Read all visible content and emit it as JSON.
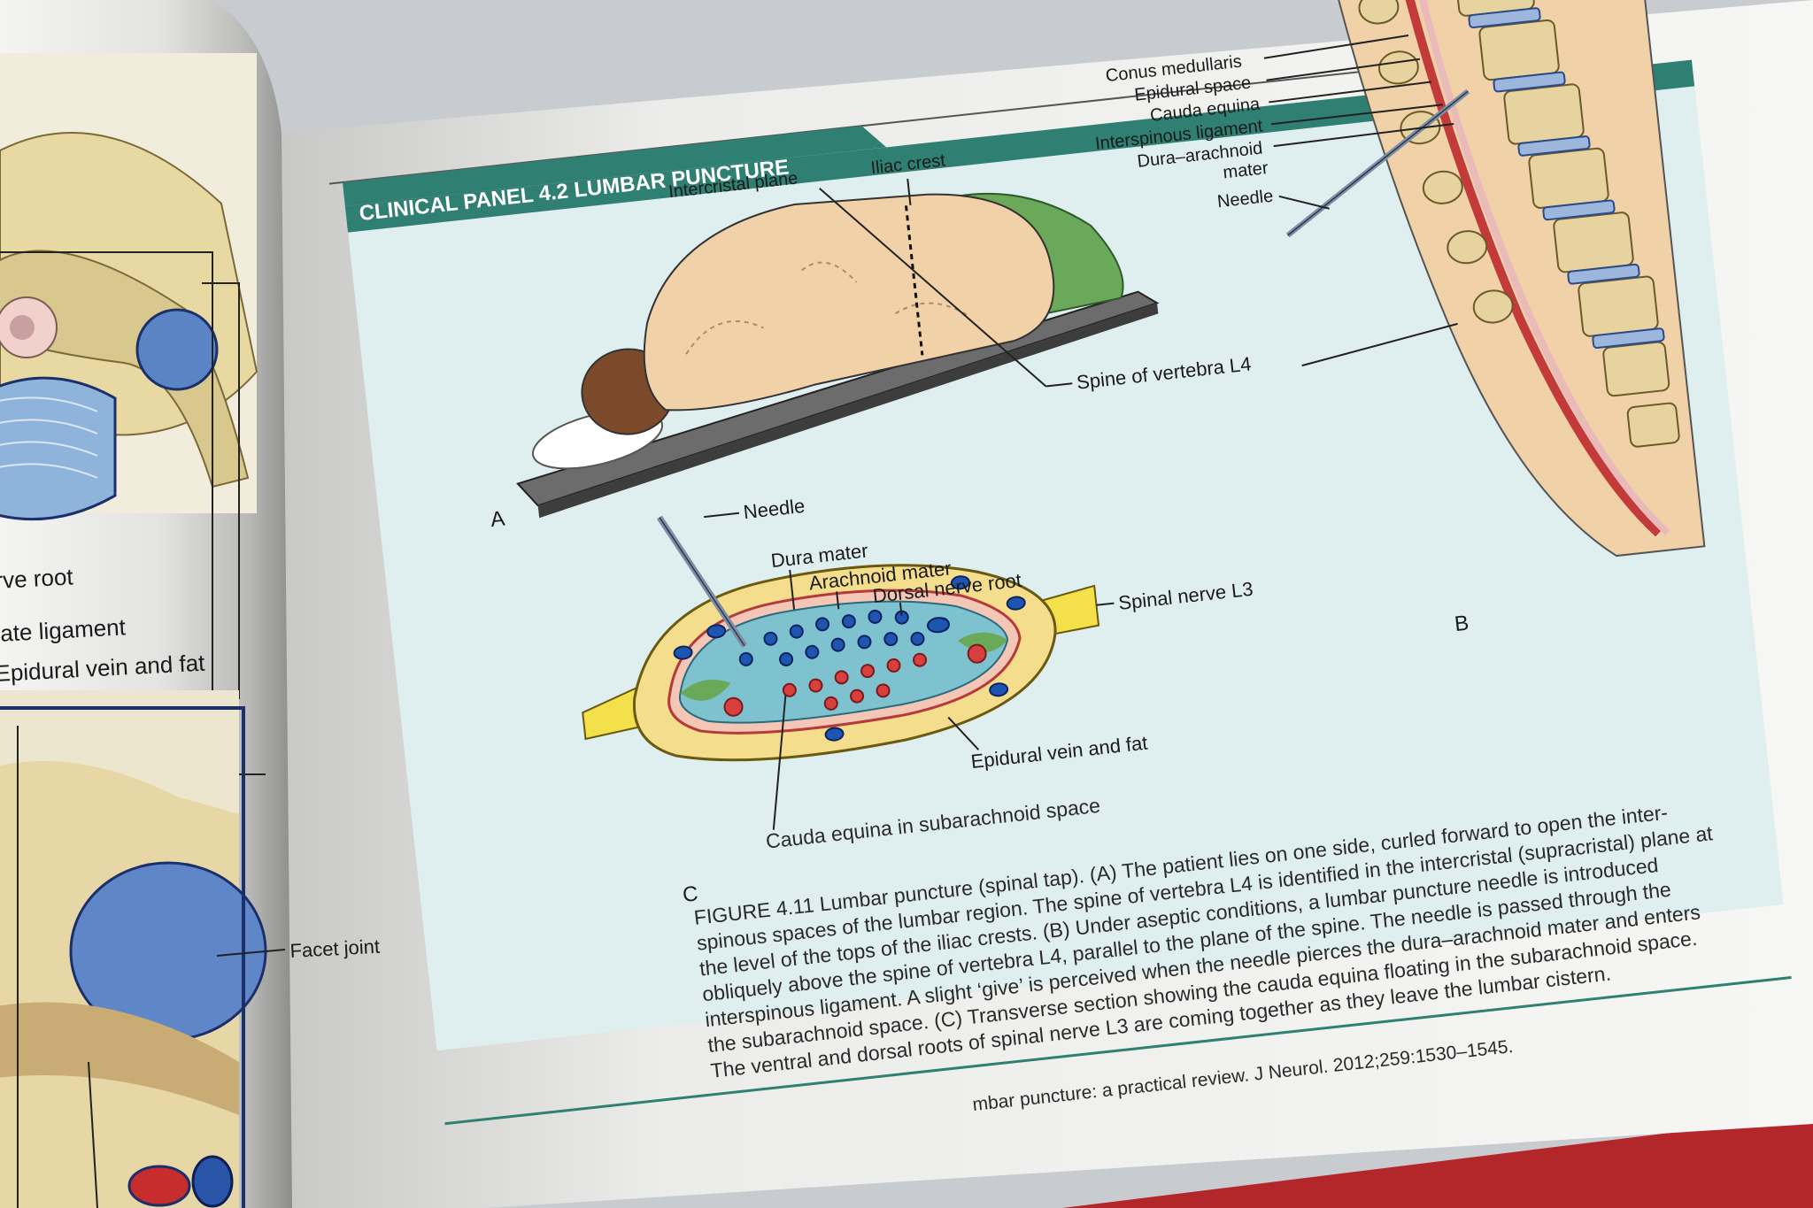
{
  "left_page": {
    "labels": {
      "nerve_root": "rve root",
      "ligament": "late ligament",
      "epidural": "Epidural vein and fat",
      "facet": "Facet joint"
    }
  },
  "panel": {
    "title": "CLINICAL PANEL 4.2 LUMBAR PUNCTURE",
    "colors": {
      "header": "#2f7f72",
      "panel_bg": "#dfeeee",
      "skin": "#f1d1a8"
    }
  },
  "figure_a": {
    "letter": "A",
    "labels": {
      "intercristal": "Intercristal plane",
      "iliac": "Iliac crest",
      "spine_l4": "Spine of vertebra L4"
    }
  },
  "figure_b": {
    "letter": "B",
    "labels": {
      "conus": "Conus medullaris",
      "epidural": "Epidural space",
      "cauda": "Cauda equina",
      "interspinous": "Interspinous ligament",
      "dura1": "Dura–arachnoid",
      "dura2": "mater",
      "needle": "Needle"
    }
  },
  "figure_c": {
    "letter": "C",
    "labels": {
      "needle": "Needle",
      "dura": "Dura mater",
      "arachnoid": "Arachnoid mater",
      "dorsal": "Dorsal nerve root",
      "spinal": "Spinal nerve L3",
      "epidural": "Epidural vein and fat",
      "cauda": "Cauda equina in subarachnoid space"
    }
  },
  "caption": {
    "lines": [
      "Cauda equina in subarachnoid space",
      "FIGURE 4.11 Lumbar puncture (spinal tap). (A) The patient lies on one side, curled forward to open the inter-",
      "spinous spaces of the lumbar region. The spine of vertebra L4 is identified in the intercristal (supracristal) plane at",
      "the level of the tops of the iliac crests. (B) Under aseptic conditions, a lumbar puncture needle is introduced",
      "obliquely above the spine of vertebra L4, parallel to the plane of the spine. The needle is passed through the",
      "interspinous ligament. A slight ‘give’ is perceived when the needle pierces the dura–arachnoid mater and enters",
      "the subarachnoid space. (C) Transverse section showing the cauda equina floating in the subarachnoid space.",
      "The ventral and dorsal roots of spinal nerve L3 are coming together as they leave the lumbar cistern."
    ],
    "reference": "mbar puncture: a practical review. J Neurol. 2012;259:1530–1545."
  }
}
